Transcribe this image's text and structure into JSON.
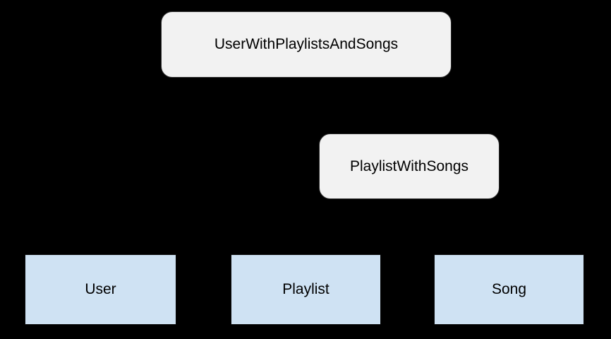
{
  "diagram": {
    "type": "entity-relationship-diagram",
    "background_color": "#000000",
    "relation_fill_color": "#f2f2f2",
    "entity_fill_color": "#cfe2f3",
    "text_color": "#000000",
    "nodes": {
      "user_with_playlists_and_songs": {
        "label": "UserWithPlaylistsAndSongs",
        "type": "relation"
      },
      "playlist_with_songs": {
        "label": "PlaylistWithSongs",
        "type": "relation"
      },
      "user": {
        "label": "User",
        "type": "entity"
      },
      "playlist": {
        "label": "Playlist",
        "type": "entity"
      },
      "song": {
        "label": "Song",
        "type": "entity"
      }
    }
  }
}
